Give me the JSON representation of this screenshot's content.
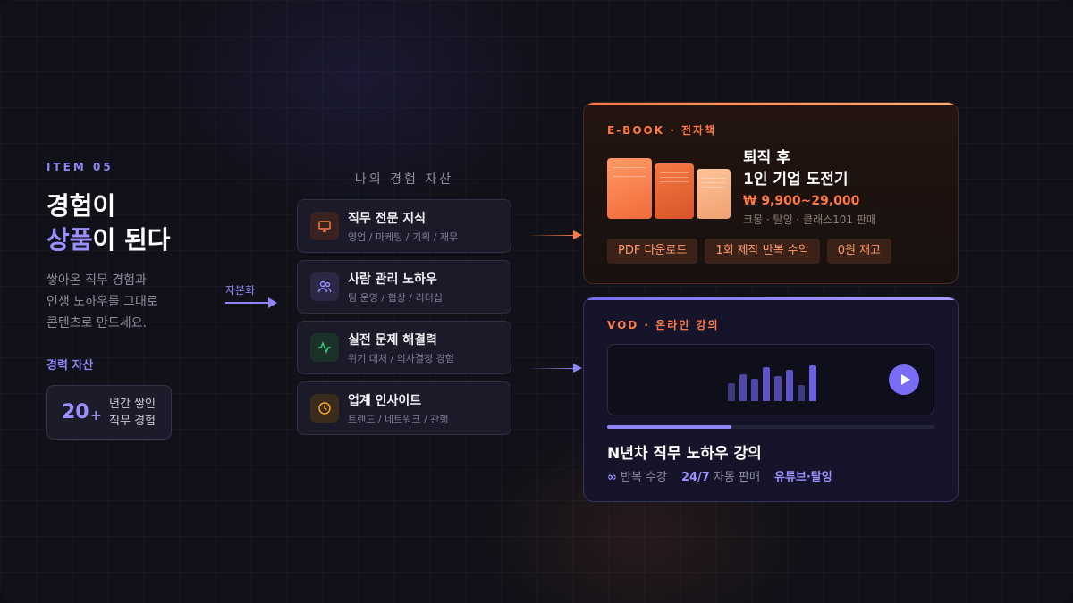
{
  "left": {
    "item_tag": "ITEM 05",
    "headline_line1": "경험이",
    "headline_accent": "상품",
    "headline_rest": "이 된다",
    "desc_lines": [
      "쌓아온 직무 경험과",
      "인생 노하우를 그대로",
      "콘텐츠로 만드세요."
    ],
    "career_label": "경력 자산",
    "career_number": "20",
    "career_plus": "+",
    "career_text_lines": [
      "년간 쌓인",
      "직무 경험"
    ]
  },
  "capitalize_label": "자본화",
  "middle": {
    "title": "나의 경험 자산",
    "assets": [
      {
        "title": "직무 전문 지식",
        "sub": "영업 / 마케팅 / 기획 / 재무",
        "icon": "monitor-icon",
        "color": "#ff7a45"
      },
      {
        "title": "사람 관리 노하우",
        "sub": "팀 운영 / 협상 / 리더십",
        "icon": "users-icon",
        "color": "#9a90ff"
      },
      {
        "title": "실전 문제 해결력",
        "sub": "위기 대처 / 의사결정 경험",
        "icon": "activity-icon",
        "color": "#34c77b"
      },
      {
        "title": "업계 인사이트",
        "sub": "트렌드 / 네트워크 / 관행",
        "icon": "clock-icon",
        "color": "#f5a524"
      }
    ]
  },
  "ebook": {
    "tag": "E-BOOK · 전자책",
    "title_lines": [
      "퇴직 후",
      "1인 기업 도전기"
    ],
    "price": "₩ 9,900~29,000",
    "platforms": "크몽 · 탈잉 · 클래스101 판매",
    "chips": [
      "PDF 다운로드",
      "1회 제작 반복 수익",
      "0원 재고"
    ],
    "accent": "#ff7a45"
  },
  "vod": {
    "tag": "VOD · 온라인 강의",
    "title": "N년차 직무 노하우 강의",
    "progress": 0.38,
    "meta": [
      {
        "strong": "∞",
        "text": "반복 수강"
      },
      {
        "strong": "24/7",
        "text": "자동 판매"
      }
    ],
    "platform": "유튜브·탈잉",
    "accent": "#7a6df5"
  }
}
